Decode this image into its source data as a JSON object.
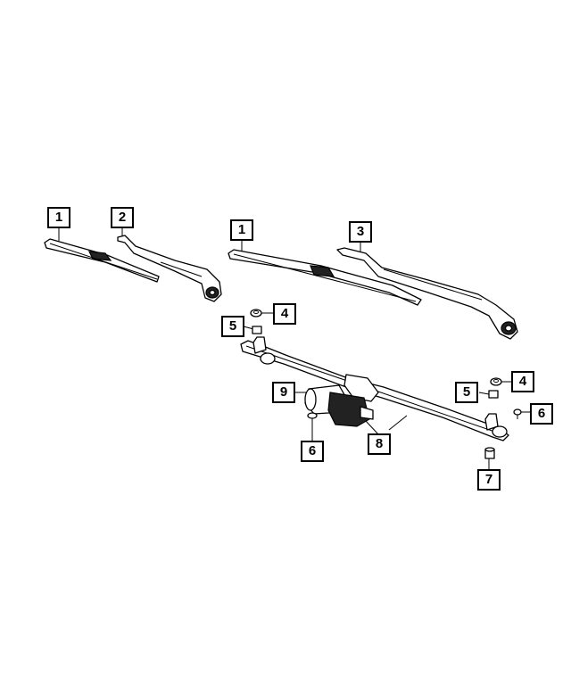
{
  "callouts": [
    {
      "id": "c1a",
      "label": "1"
    },
    {
      "id": "c2",
      "label": "2"
    },
    {
      "id": "c1b",
      "label": "1"
    },
    {
      "id": "c3",
      "label": "3"
    },
    {
      "id": "c4a",
      "label": "4"
    },
    {
      "id": "c5a",
      "label": "5"
    },
    {
      "id": "c9",
      "label": "9"
    },
    {
      "id": "c4b",
      "label": "4"
    },
    {
      "id": "c5b",
      "label": "5"
    },
    {
      "id": "c6a",
      "label": "6"
    },
    {
      "id": "c8",
      "label": "8"
    },
    {
      "id": "c6b",
      "label": "6"
    },
    {
      "id": "c7",
      "label": "7"
    }
  ]
}
